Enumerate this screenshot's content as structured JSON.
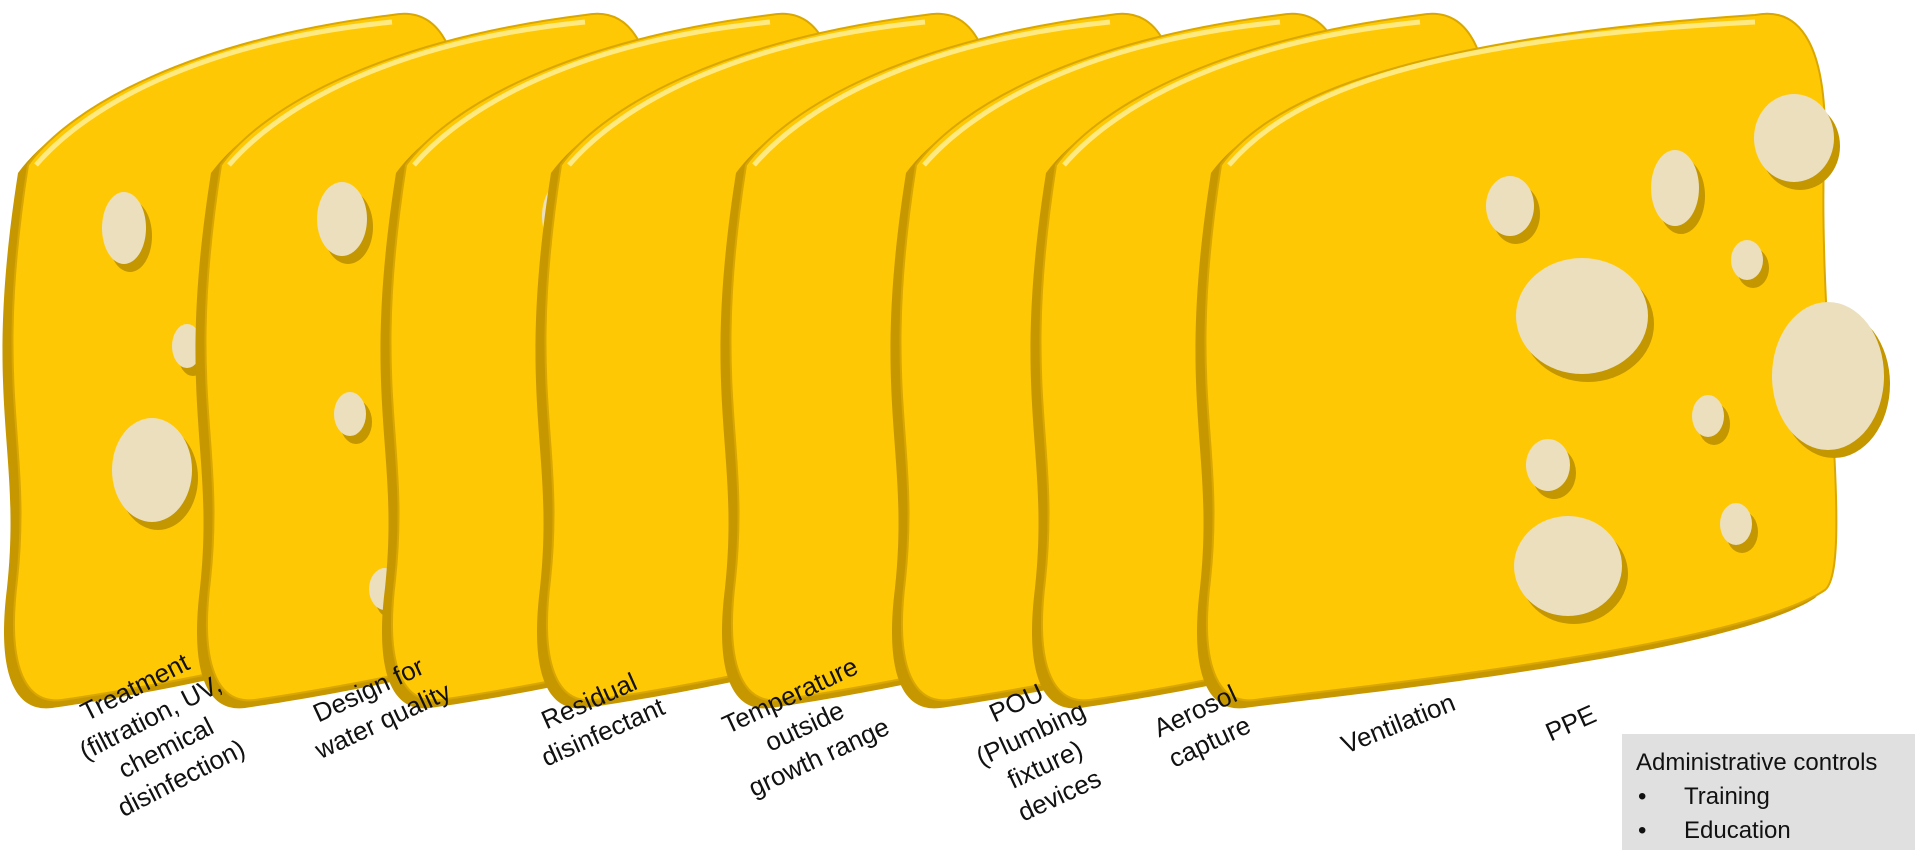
{
  "diagram": {
    "slices": [
      {
        "label": [
          "Treatment",
          "(filtration, UV,",
          "chemical",
          "disinfection)"
        ]
      },
      {
        "label": [
          "Design for",
          "water quality"
        ]
      },
      {
        "label": [
          "Residual",
          "disinfectant"
        ]
      },
      {
        "label": [
          "Temperature",
          "outside",
          "growth range"
        ]
      },
      {
        "label": [
          "POU",
          "(Plumbing",
          "fixture)",
          "devices"
        ]
      },
      {
        "label": [
          "Aerosol",
          "capture"
        ]
      },
      {
        "label": [
          "Ventilation"
        ]
      },
      {
        "label": [
          "PPE"
        ]
      }
    ],
    "admin_box": {
      "title": "Administrative controls",
      "bullet": "•",
      "items": [
        "Training",
        "Education"
      ]
    }
  },
  "colors": {
    "cheese": "#ffc805",
    "rind": "#c79700",
    "hole": "#ebdfbd",
    "hole_shadow": "#c49600",
    "box": "#e0e0e0"
  }
}
